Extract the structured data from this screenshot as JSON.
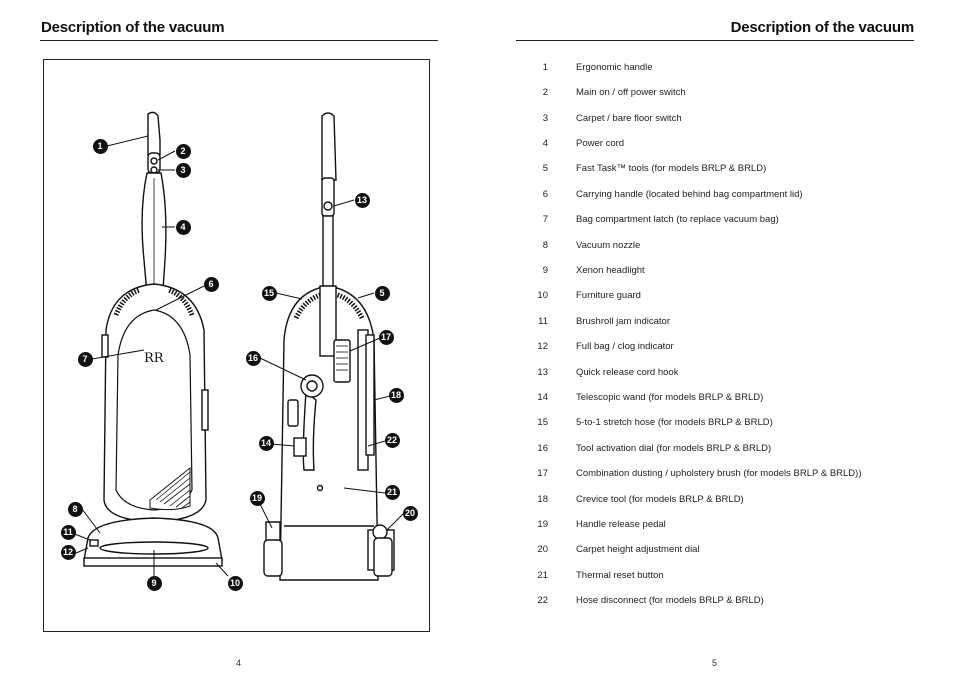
{
  "left_page": {
    "heading": "Description of the vacuum",
    "page_number": "4",
    "callouts": [
      "1",
      "2",
      "3",
      "4",
      "6",
      "7",
      "8",
      "11",
      "12",
      "9",
      "10",
      "15",
      "5",
      "13",
      "16",
      "17",
      "18",
      "22",
      "14",
      "19",
      "21",
      "20"
    ],
    "brand_mark": "RR"
  },
  "right_page": {
    "heading": "Description of the vacuum",
    "page_number": "5",
    "parts": [
      {
        "num": "1",
        "name": "Ergonomic handle"
      },
      {
        "num": "2",
        "name": "Main on / off power switch"
      },
      {
        "num": "3",
        "name": "Carpet / bare floor switch"
      },
      {
        "num": "4",
        "name": "Power cord"
      },
      {
        "num": "5",
        "name": "Fast Task™ tools (for models BRLP & BRLD)"
      },
      {
        "num": "6",
        "name": "Carrying handle (located behind bag compartment lid)"
      },
      {
        "num": "7",
        "name": "Bag compartment latch (to replace vacuum bag)"
      },
      {
        "num": "8",
        "name": "Vacuum nozzle"
      },
      {
        "num": "9",
        "name": "Xenon headlight"
      },
      {
        "num": "10",
        "name": "Furniture guard"
      },
      {
        "num": "11",
        "name": "Brushroll jam indicator"
      },
      {
        "num": "12",
        "name": "Full bag / clog indicator"
      },
      {
        "num": "13",
        "name": "Quick release cord hook"
      },
      {
        "num": "14",
        "name": "Telescopic wand (for models BRLP & BRLD)"
      },
      {
        "num": "15",
        "name": "5-to-1 stretch hose (for models BRLP & BRLD)"
      },
      {
        "num": "16",
        "name": "Tool activation dial (for models BRLP & BRLD)"
      },
      {
        "num": "17",
        "name": "Combination dusting / upholstery brush (for models BRLP & BRLD))"
      },
      {
        "num": "18",
        "name": "Crevice tool (for models BRLP & BRLD)"
      },
      {
        "num": "19",
        "name": "Handle release pedal"
      },
      {
        "num": "20",
        "name": "Carpet height adjustment dial"
      },
      {
        "num": "21",
        "name": "Thermal reset button"
      },
      {
        "num": "22",
        "name": "Hose disconnect (for models BRLP & BRLD)"
      }
    ]
  }
}
